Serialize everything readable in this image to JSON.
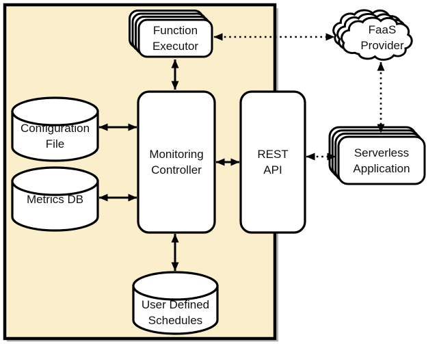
{
  "diagram": {
    "nodes": {
      "function_executor": {
        "label": "Function\nExecutor",
        "shape": "stacked-rounded-box"
      },
      "faas_provider": {
        "label": "FaaS\nProvider",
        "shape": "stacked-cloud"
      },
      "configuration_file": {
        "label": "Configuration\nFile",
        "shape": "cylinder"
      },
      "metrics_db": {
        "label": "Metrics DB",
        "shape": "cylinder"
      },
      "monitoring_controller": {
        "label": "Monitoring\nController",
        "shape": "rounded-box"
      },
      "rest_api": {
        "label": "REST\nAPI",
        "shape": "rounded-box"
      },
      "user_defined_schedules": {
        "label": "User Defined\nSchedules",
        "shape": "cylinder"
      },
      "serverless_application": {
        "label": "Serverless\nApplication",
        "shape": "stacked-rounded-box"
      }
    },
    "connections": [
      {
        "from": "function_executor",
        "to": "monitoring_controller",
        "style": "solid",
        "bidirectional": true
      },
      {
        "from": "configuration_file",
        "to": "monitoring_controller",
        "style": "solid",
        "bidirectional": true
      },
      {
        "from": "metrics_db",
        "to": "monitoring_controller",
        "style": "solid",
        "bidirectional": true
      },
      {
        "from": "monitoring_controller",
        "to": "rest_api",
        "style": "solid",
        "bidirectional": true
      },
      {
        "from": "monitoring_controller",
        "to": "user_defined_schedules",
        "style": "solid",
        "bidirectional": true
      },
      {
        "from": "function_executor",
        "to": "faas_provider",
        "style": "dotted",
        "bidirectional": true
      },
      {
        "from": "faas_provider",
        "to": "serverless_application",
        "style": "dotted",
        "bidirectional": true
      },
      {
        "from": "rest_api",
        "to": "serverless_application",
        "style": "dotted",
        "bidirectional": true
      }
    ],
    "colors": {
      "container_fill": "#FBEECB",
      "stroke": "#000000",
      "node_fill": "#FFFFFF",
      "text": "#111111",
      "page_background": "#FFFFFF",
      "shadow": "#B5B5B5"
    }
  }
}
